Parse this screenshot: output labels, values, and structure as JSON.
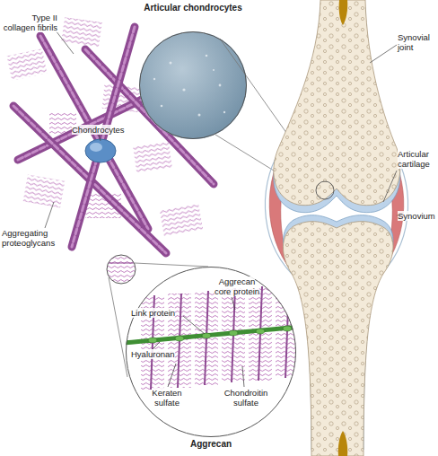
{
  "diagram": {
    "nodes": [
      {
        "text": [
          "Articular chondrocytes"
        ]
      },
      {
        "text": [
          "Aggrecan"
        ]
      }
    ],
    "labels": [
      "Type II collagen fibrils",
      "Chondrocytes",
      "Aggregating proteoglycans",
      "Synovial joint",
      "Articular cartilage",
      "Synovium",
      "Aggrecan core protein",
      "Link protein",
      "Hyaluronan",
      "Keraten sulfate",
      "Chondroitin sulfate"
    ]
  }
}
